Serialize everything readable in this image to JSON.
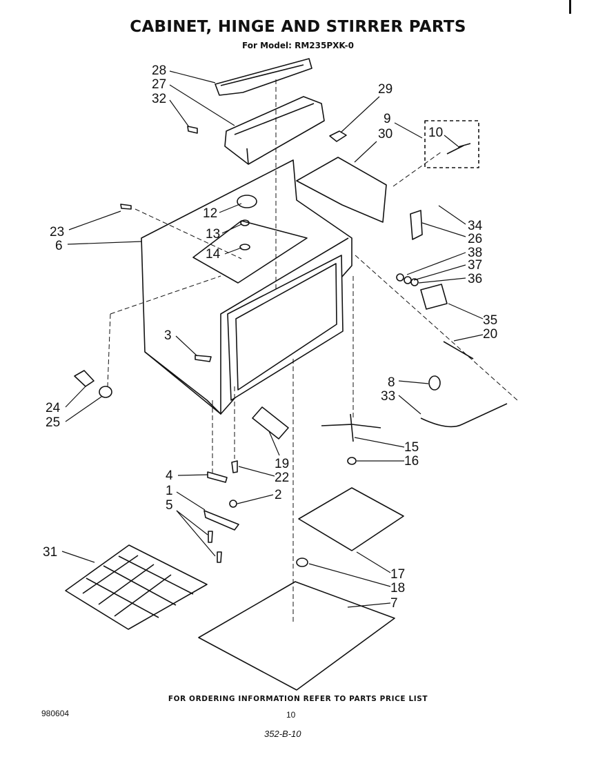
{
  "title": "CABINET, HINGE AND STIRRER PARTS",
  "subtitle": "For Model: RM235PXK-0",
  "footer": "FOR ORDERING INFORMATION REFER TO PARTS PRICE LIST",
  "doc_number": "980604",
  "page_number": "10",
  "handwritten_note": "352-B-10",
  "callouts": [
    "28",
    "27",
    "32",
    "29",
    "9",
    "30",
    "10",
    "12",
    "23",
    "6",
    "13",
    "14",
    "34",
    "26",
    "38",
    "37",
    "36",
    "3",
    "35",
    "20",
    "24",
    "25",
    "8",
    "33",
    "15",
    "16",
    "19",
    "4",
    "22",
    "1",
    "2",
    "5",
    "31",
    "17",
    "18",
    "7"
  ]
}
